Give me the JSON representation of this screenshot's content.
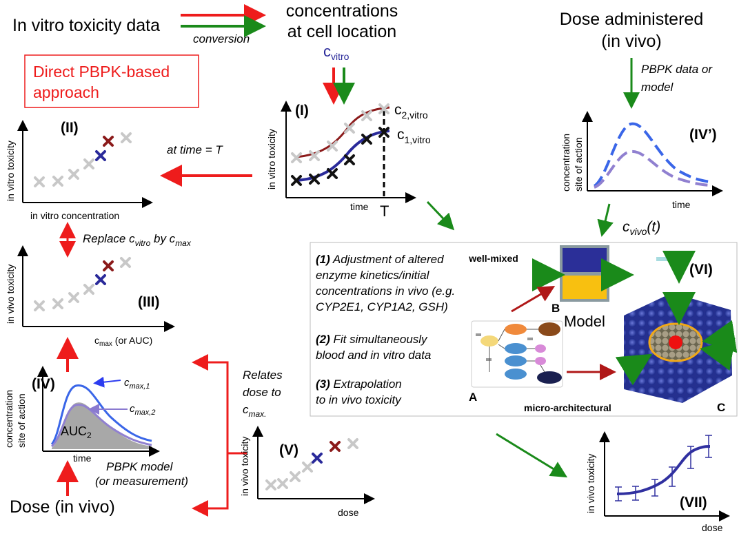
{
  "header": {
    "in_vitro_data": "In vitro toxicity data",
    "conversion": "conversion",
    "conc_line1": "concentrations",
    "conc_line2": "at cell location",
    "dose_admin_line1": "Dose administered",
    "dose_admin_line2": "(in vivo)"
  },
  "direct_box": {
    "line1": "Direct PBPK-based",
    "line2": "approach"
  },
  "panel_I": {
    "numeral": "(I)",
    "c_vitro": "c",
    "c_vitro_sub": "vitro",
    "ylabel": "in vitro toxicity",
    "xlabel": "time",
    "T": "T",
    "c2": "c",
    "c2_sub": "2,vitro",
    "c1": "c",
    "c1_sub": "1,vitro"
  },
  "panel_II": {
    "numeral": "(II)",
    "ylabel": "in vitro toxicity",
    "xlabel": "in vitro concentration",
    "at_time": "at time = T"
  },
  "replace": {
    "text1": "Replace c",
    "sub1": "vitro",
    "text2": " by c",
    "sub2": "max"
  },
  "panel_III": {
    "numeral": "(III)",
    "ylabel": "in vivo toxicity",
    "xlabel_main": "c",
    "xlabel_sub": "max",
    "xlabel_rest": " (or AUC)"
  },
  "panel_IV": {
    "numeral": "(IV)",
    "ylabel1": "concentration",
    "ylabel2": "site of action",
    "xlabel": "time",
    "cmax1": "c",
    "cmax1_sub": "max,1",
    "cmax2": "c",
    "cmax2_sub": "max,2",
    "auc": "AUC",
    "auc_sub": "2",
    "pbpk1": "PBPK model",
    "pbpk2": "(or measurement)",
    "dose": "Dose (in vivo)"
  },
  "relates": {
    "line1": "Relates",
    "line2": "dose to",
    "line3": "c",
    "line3_sub": "max."
  },
  "panel_V": {
    "numeral": "(V)",
    "ylabel": "in vivo toxicity",
    "xlabel": "dose"
  },
  "panel_IVp": {
    "numeral": "(IV’)",
    "ylabel1": "concentration",
    "ylabel2": "site of action",
    "xlabel": "time",
    "pbpk1": "PBPK data or",
    "pbpk2": "model",
    "cvivo": "c",
    "cvivo_sub": "vivo",
    "cvivo_rest": "(t)"
  },
  "model_box": {
    "item1_num": "(1)",
    "item1_l1": " Adjustment of altered",
    "item1_l2": "enzyme kinetics/initial",
    "item1_l3": "concentrations in vivo (e.g.",
    "item1_l4": "CYP2E1, CYP1A2, GSH)",
    "item2_num": "(2)",
    "item2_l1": " Fit simultaneously",
    "item2_l2": "blood and in vitro data",
    "item3_num": "(3)",
    "item3_l1": " Extrapolation",
    "item3_l2": "to in vivo toxicity",
    "well_mixed": "well-mixed",
    "B": "B",
    "model": "Model",
    "A": "A",
    "micro": "micro-architectural",
    "C": "C",
    "numeral_VI": "(VI)"
  },
  "panel_VII": {
    "numeral": "(VII)",
    "ylabel": "in vivo toxicity",
    "xlabel": "dose"
  },
  "colors": {
    "red": "#ee1c1c",
    "green": "#1a8a1a",
    "darkred": "#8b1a1a",
    "navy": "#2a2a9a",
    "gray": "#c8c8c8"
  }
}
